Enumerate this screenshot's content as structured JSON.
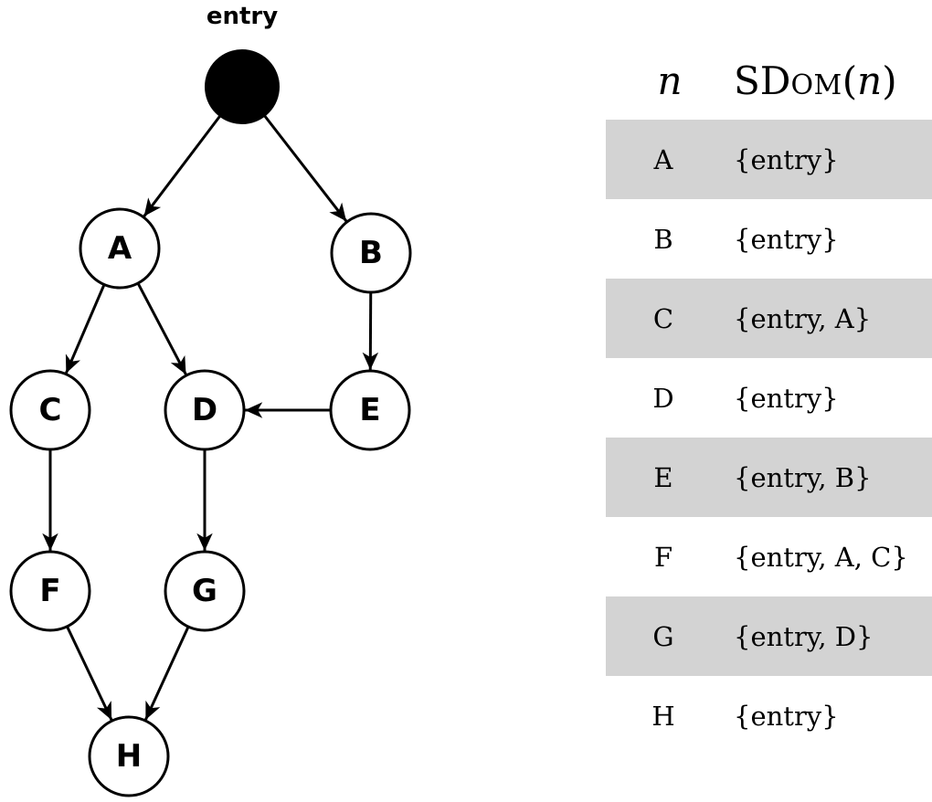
{
  "graph": {
    "entry_label": "entry",
    "nodes": [
      "A",
      "B",
      "C",
      "D",
      "E",
      "F",
      "G",
      "H"
    ],
    "edges": [
      [
        "entry",
        "A"
      ],
      [
        "entry",
        "B"
      ],
      [
        "A",
        "C"
      ],
      [
        "A",
        "D"
      ],
      [
        "B",
        "E"
      ],
      [
        "E",
        "D"
      ],
      [
        "C",
        "F"
      ],
      [
        "D",
        "G"
      ],
      [
        "F",
        "H"
      ],
      [
        "G",
        "H"
      ]
    ]
  },
  "table": {
    "header_n": "n",
    "header_sdom_prefix": "SD",
    "header_sdom_smallcaps": "OM",
    "header_sdom_open": "(",
    "header_sdom_arg": "n",
    "header_sdom_close": ")",
    "rows": [
      {
        "n": "A",
        "set": "{entry}"
      },
      {
        "n": "B",
        "set": "{entry}"
      },
      {
        "n": "C",
        "set": "{entry, A}"
      },
      {
        "n": "D",
        "set": "{entry}"
      },
      {
        "n": "E",
        "set": "{entry, B}"
      },
      {
        "n": "F",
        "set": "{entry, A, C}"
      },
      {
        "n": "G",
        "set": "{entry, D}"
      },
      {
        "n": "H",
        "set": "{entry}"
      }
    ]
  }
}
